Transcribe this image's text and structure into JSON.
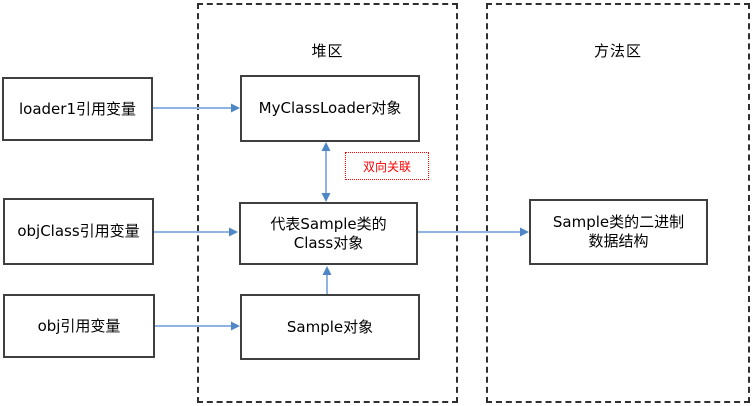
{
  "diagram": {
    "containers": {
      "heap": {
        "title": "堆区"
      },
      "method_area": {
        "title": "方法区"
      }
    },
    "nodes": {
      "loader1_ref": {
        "label": "loader1引用变量"
      },
      "objclass_ref": {
        "label": "objClass引用变量"
      },
      "obj_ref": {
        "label": "obj引用变量"
      },
      "myclassloader_obj": {
        "label": "MyClassLoader对象"
      },
      "sample_class_obj": {
        "label_line1": "代表Sample类的",
        "label_line2": "Class对象"
      },
      "sample_obj": {
        "label": "Sample对象"
      },
      "sample_binary": {
        "label_line1": "Sample类的二进制",
        "label_line2": "数据结构"
      }
    },
    "annotations": {
      "bidirectional": {
        "label": "双向关联",
        "color": "#ff0000"
      }
    },
    "edges": [
      {
        "from": "loader1_ref",
        "to": "myclassloader_obj",
        "direction": "right"
      },
      {
        "from": "objclass_ref",
        "to": "sample_class_obj",
        "direction": "right"
      },
      {
        "from": "obj_ref",
        "to": "sample_obj",
        "direction": "right"
      },
      {
        "from": "sample_class_obj",
        "to": "sample_binary",
        "direction": "right"
      },
      {
        "from": "myclassloader_obj",
        "to": "sample_class_obj",
        "direction": "both"
      },
      {
        "from": "sample_obj",
        "to": "sample_class_obj",
        "direction": "up"
      }
    ],
    "colors": {
      "arrow_line": "#8fb4e3",
      "arrow_head": "#4e86c6",
      "node_border": "#3f3f3f",
      "container_border": "#2f2f2f",
      "annotation_red": "#ff0000",
      "background": "#ffffff"
    }
  }
}
